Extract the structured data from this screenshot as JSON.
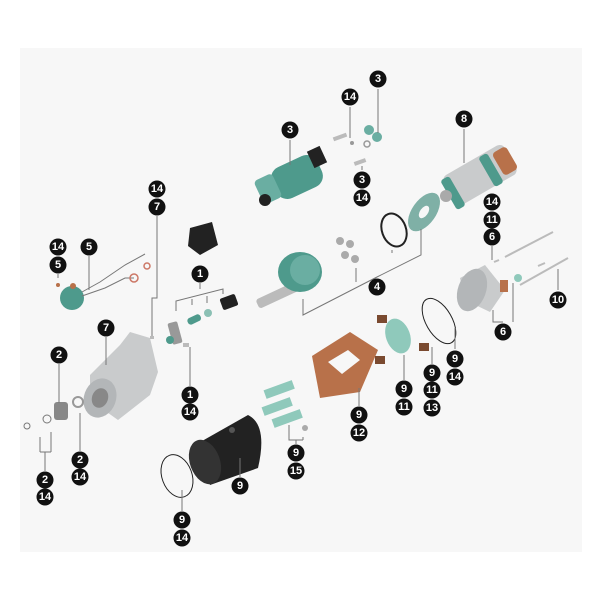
{
  "colors": {
    "panel": "#f7f7f7",
    "callout": "#111111",
    "teal": "#4e9a8c",
    "copper": "#b8714a",
    "silver": "#c9cbcc",
    "dark": "#222222"
  },
  "callouts": {
    "solenoid": [
      "3"
    ],
    "solenoid_hw_top": [
      "14"
    ],
    "nuts_top": [
      "3"
    ],
    "armature": [
      "8"
    ],
    "screw_mid": [
      "3",
      "14"
    ],
    "housing_pin": [
      "14",
      "7"
    ],
    "harness_screw": [
      "14",
      "5"
    ],
    "harness": [
      "5"
    ],
    "comm_end_screw": [
      "14",
      "11",
      "6"
    ],
    "lever_kit": [
      "1"
    ],
    "shaft_kit": [
      "4"
    ],
    "through_bolts": [
      "10"
    ],
    "end_cover": [
      "6"
    ],
    "drive_housing": [
      "7"
    ],
    "bearing": [
      "2"
    ],
    "oring_right": [
      "9",
      "14"
    ],
    "brush_plate": [
      "9",
      "11"
    ],
    "brushes": [
      "9",
      "11",
      "13"
    ],
    "lever_pin": [
      "1",
      "14"
    ],
    "field_coil": [
      "9",
      "12"
    ],
    "bearing_seal": [
      "2",
      "14"
    ],
    "circlip": [
      "2",
      "14"
    ],
    "pole_shoes": [
      "9",
      "15"
    ],
    "yoke": [
      "9"
    ],
    "oring_left": [
      "9",
      "14"
    ]
  }
}
